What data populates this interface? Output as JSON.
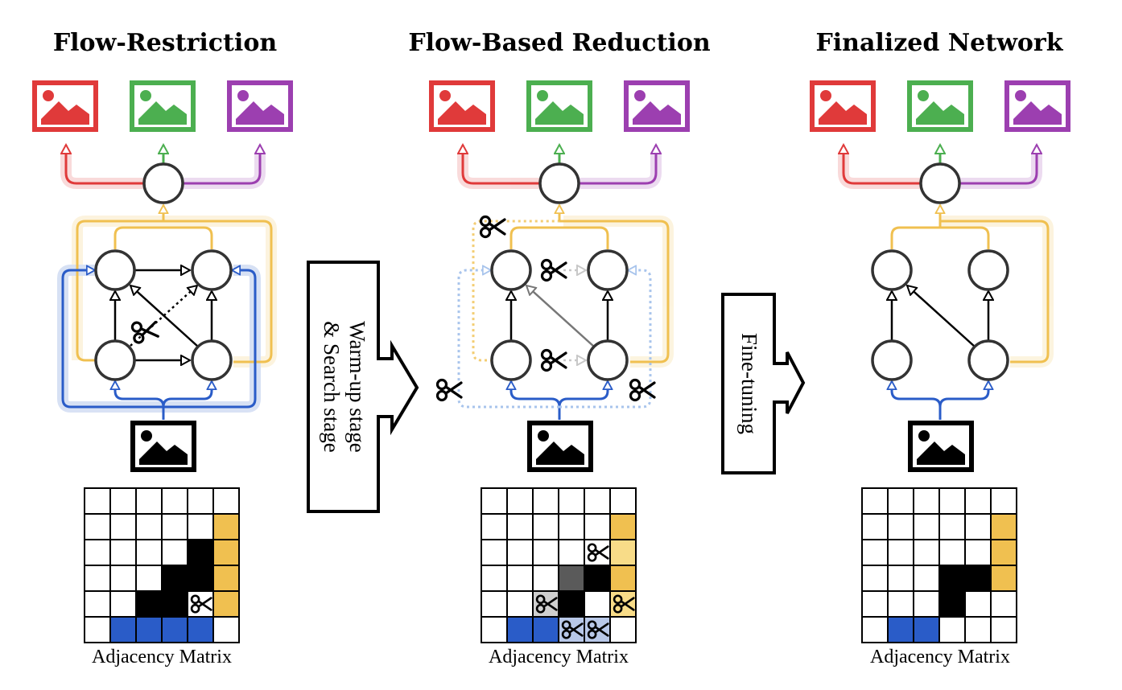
{
  "panels": [
    {
      "title": "Flow-Restriction",
      "caption": "Adjacency Matrix"
    },
    {
      "title": "Flow-Based Reduction",
      "caption": "Adjacency Matrix"
    },
    {
      "title": "Finalized Network",
      "caption": "Adjacency Matrix"
    }
  ],
  "transitions": [
    {
      "lines": [
        "Warm-up stage",
        "& Search stage"
      ]
    },
    {
      "lines": [
        "Fine-tuning"
      ]
    }
  ],
  "icons": {
    "output_image": "image-icon",
    "input_image": "image-icon",
    "cut": "scissors-icon"
  },
  "colors": {
    "output_red": "#e03a3a",
    "output_green": "#4caf50",
    "output_purple": "#9c3fb0",
    "flow_yellow": "#f0c050",
    "flow_blue": "#2a5cc8",
    "matrix_black": "#000000",
    "matrix_gray": "#5a5a5a",
    "matrix_light_blue": "#b8c8e8",
    "matrix_light_yellow": "#f8dc88"
  }
}
